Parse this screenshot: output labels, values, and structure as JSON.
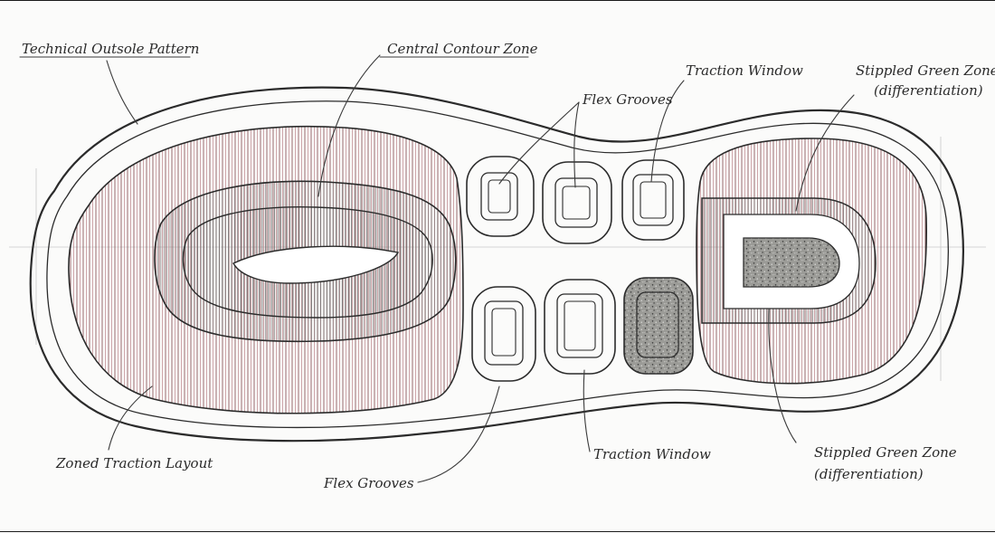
{
  "diagram": {
    "labels": {
      "technical_outsole_pattern": "Technical Outsole Pattern",
      "central_contour_zone": "Central Contour Zone",
      "flex_grooves_top": "Flex Grooves",
      "traction_window_top": "Traction Window",
      "stippled_green_zone_top_line1": "Stippled Green Zone",
      "stippled_green_zone_top_line2": "(differentiation)",
      "zoned_traction_layout": "Zoned Traction Layout",
      "flex_grooves_bottom": "Flex Grooves",
      "traction_window_bottom": "Traction Window",
      "stippled_green_zone_bottom_line1": "Stippled Green Zone",
      "stippled_green_zone_bottom_line2": "(differentiation)"
    },
    "colors": {
      "ink": "#2b2b2b",
      "hatch_red": "#b9777a",
      "hatch_gray": "#555555",
      "zone_fill": "#b9b9b6",
      "stipple_fill": "#8a8a86",
      "paper": "#fbfbfa"
    }
  }
}
